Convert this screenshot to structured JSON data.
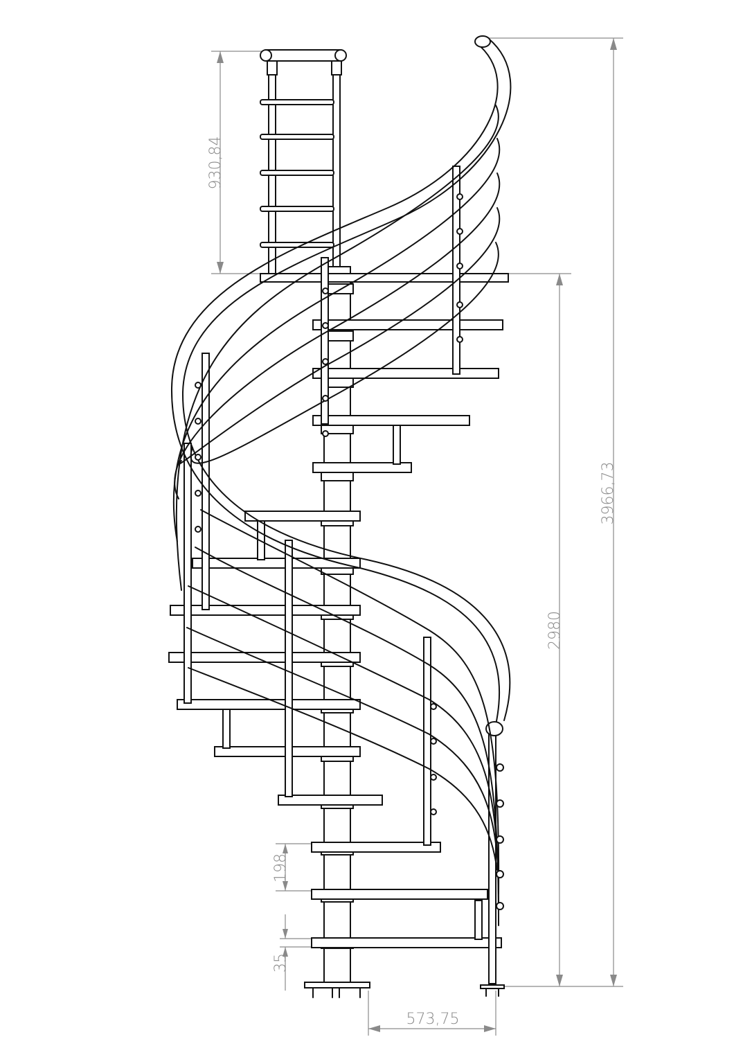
{
  "drawing": {
    "subject": "spiral staircase elevation",
    "units": "mm"
  },
  "dimensions": {
    "total_height": "3966,73",
    "floor_to_floor": "2980",
    "balustrade_height": "930,84",
    "step_rise": "198",
    "tread_thickness": "35",
    "radius": "573,75"
  },
  "colors": {
    "line": "#111111",
    "dimension": "#8a8a8a",
    "background": "#ffffff"
  }
}
